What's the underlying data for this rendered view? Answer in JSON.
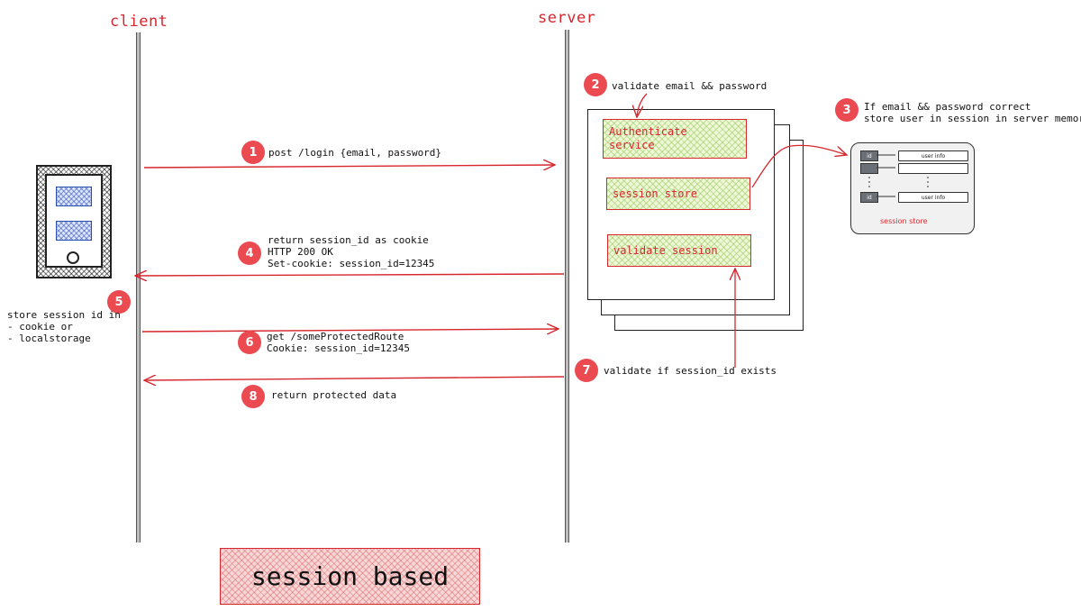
{
  "lanes": {
    "client": "client",
    "server": "server"
  },
  "steps": [
    {
      "num": "1",
      "text": "post /login {email, password}"
    },
    {
      "num": "2",
      "text": "validate email && password"
    },
    {
      "num": "3",
      "text": "If email && password correct\nstore user in session in server memory"
    },
    {
      "num": "4",
      "text": "return session_id as cookie\nHTTP 200 OK\nSet-cookie: session_id=12345"
    },
    {
      "num": "5",
      "text": "store session id in\n- cookie or\n- localstorage"
    },
    {
      "num": "6",
      "text": "get /someProtectedRoute\nCookie: session_id=12345"
    },
    {
      "num": "7",
      "text": "validate if session_id exists"
    },
    {
      "num": "8",
      "text": "return protected data"
    }
  ],
  "services": {
    "authenticate": "Authenticate\nservice",
    "session_store": "session store",
    "validate_session": "validate session"
  },
  "store": {
    "caption": "session store",
    "rows": [
      {
        "id": "id",
        "info": "user info"
      },
      {
        "id": "",
        "info": ""
      },
      {
        "id": "id",
        "info": "user info"
      }
    ]
  },
  "title": "session based",
  "colors": {
    "accent": "#d7262e",
    "badge": "#ec4a51"
  }
}
